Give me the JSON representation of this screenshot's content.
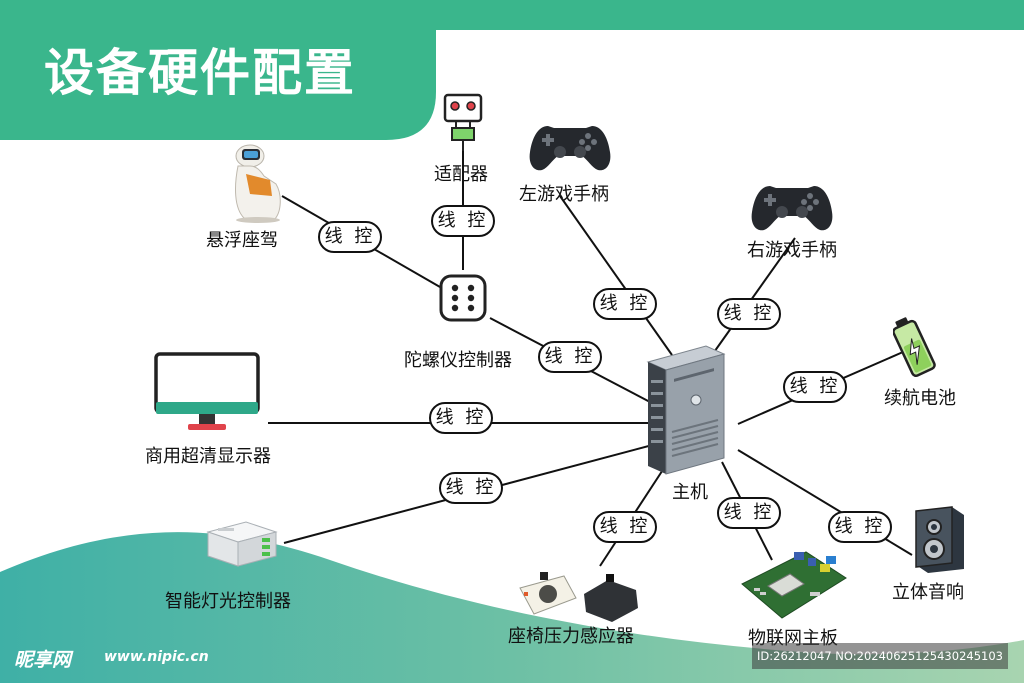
{
  "title": "设备硬件配置",
  "edge_label": "线 控",
  "nodes": {
    "host": "主机",
    "seat": "悬浮座驾",
    "adapter": "适配器",
    "left_pad": "左游戏手柄",
    "right_pad": "右游戏手柄",
    "gyro": "陀螺仪控制器",
    "display": "商用超清显示器",
    "battery": "续航电池",
    "light": "智能灯光控制器",
    "pressure": "座椅压力感应器",
    "iot": "物联网主板",
    "speaker": "立体音响"
  },
  "colors": {
    "header_green": "#3ab68c",
    "wave_teal": "#43b2a0",
    "wave_green": "#8cc9a8",
    "line": "#111111"
  },
  "watermark": {
    "logo": "昵享网",
    "url": "www.nipic.cn",
    "id": "ID:26212047 NO:20240625125430245103"
  }
}
